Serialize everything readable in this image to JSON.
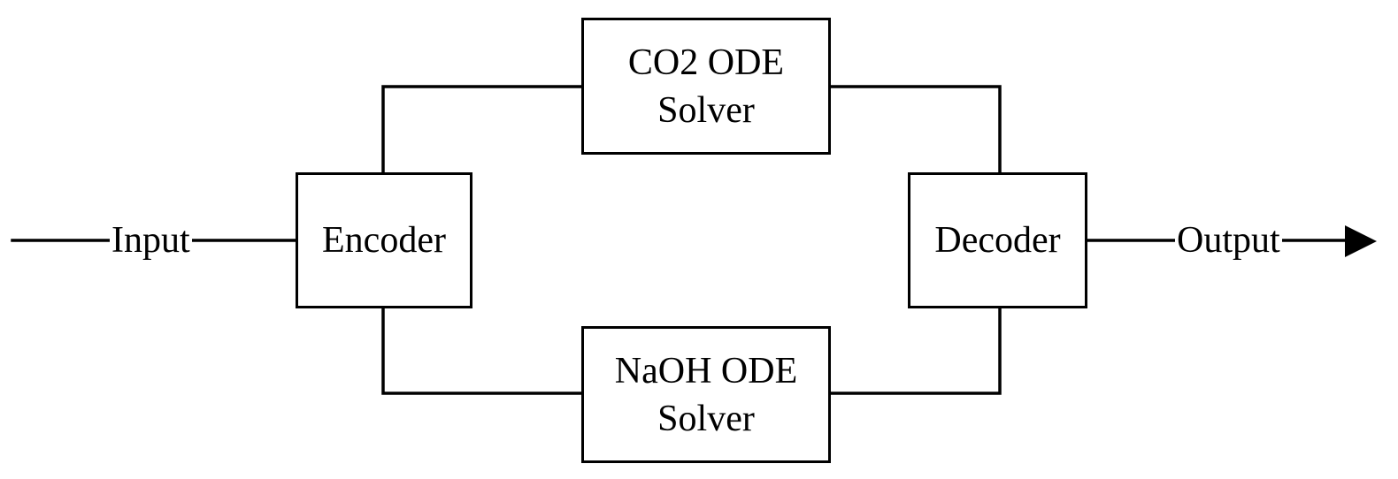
{
  "diagram": {
    "input_label": "Input",
    "output_label": "Output",
    "nodes": {
      "encoder": {
        "label": "Encoder"
      },
      "co2_solver": {
        "line1": "CO2 ODE",
        "line2": "Solver"
      },
      "naoh_solver": {
        "line1": "NaOH ODE",
        "line2": "Solver"
      },
      "decoder": {
        "label": "Decoder"
      }
    }
  }
}
